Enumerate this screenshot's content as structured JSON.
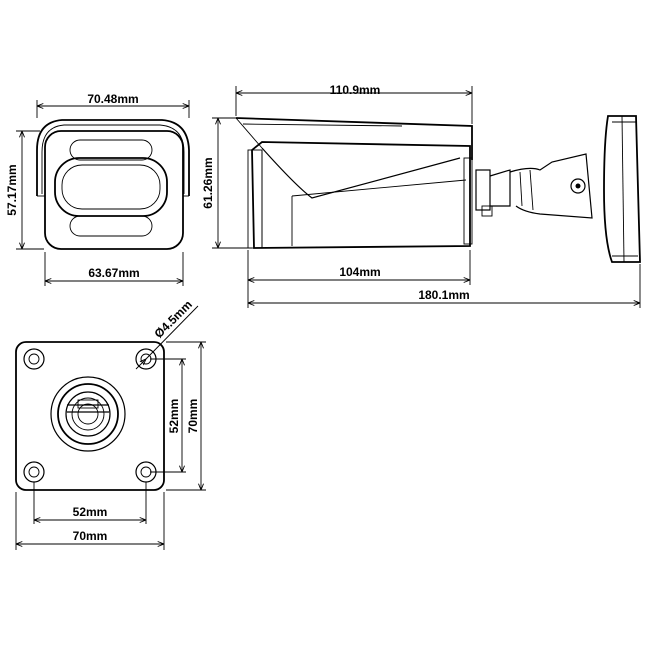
{
  "diagram": {
    "front_view": {
      "width_top": "70.48mm",
      "height": "57.17mm",
      "width_bottom": "63.67mm"
    },
    "side_view": {
      "length_top": "110.9mm",
      "height": "61.26mm",
      "body_length": "104mm",
      "overall_length": "180.1mm"
    },
    "mount_base": {
      "hole_diameter": "Ø4.5mm",
      "hole_spacing_vertical": "52mm",
      "base_height": "70mm",
      "hole_spacing_horizontal": "52mm",
      "base_width": "70mm"
    }
  }
}
